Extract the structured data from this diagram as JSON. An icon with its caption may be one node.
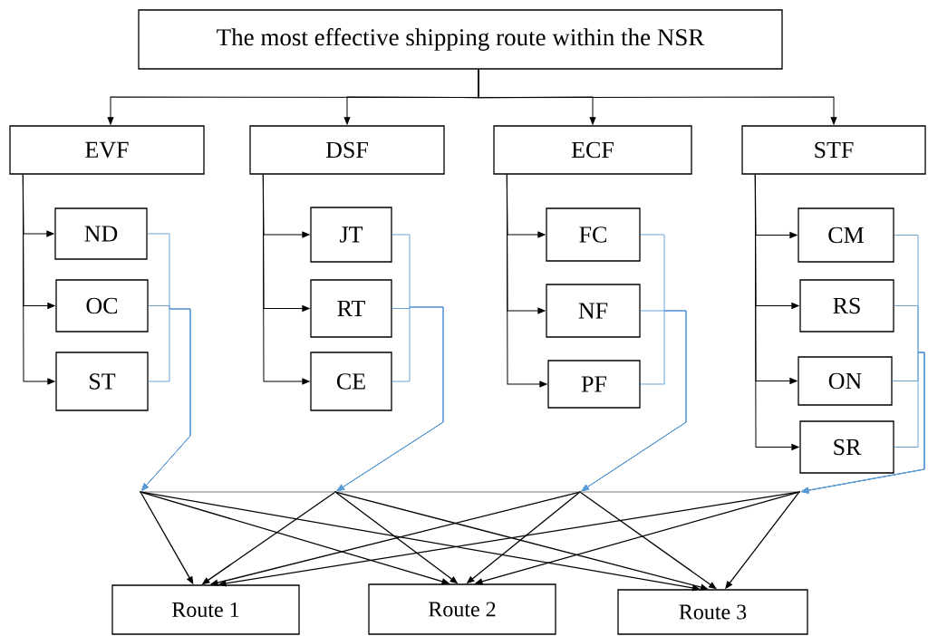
{
  "diagram": {
    "nodes": [
      {
        "text": [
          "The most effective shipping route within the NSR"
        ]
      },
      {
        "text": [
          "EVF"
        ]
      },
      {
        "text": [
          "DSF"
        ]
      },
      {
        "text": [
          "ECF"
        ]
      },
      {
        "text": [
          "STF"
        ]
      },
      {
        "text": [
          "ND"
        ]
      },
      {
        "text": [
          "OC"
        ]
      },
      {
        "text": [
          "ST"
        ]
      },
      {
        "text": [
          "JT"
        ]
      },
      {
        "text": [
          "RT"
        ]
      },
      {
        "text": [
          "CE"
        ]
      },
      {
        "text": [
          "FC"
        ]
      },
      {
        "text": [
          "NF"
        ]
      },
      {
        "text": [
          "PF"
        ]
      },
      {
        "text": [
          "CM"
        ]
      },
      {
        "text": [
          "RS"
        ]
      },
      {
        "text": [
          "ON"
        ]
      },
      {
        "text": [
          "SR"
        ]
      },
      {
        "text": [],
        "shape": "point"
      },
      {
        "text": [],
        "shape": "point"
      },
      {
        "text": [],
        "shape": "point"
      },
      {
        "text": [],
        "shape": "point"
      },
      {
        "text": [
          "Route 1"
        ]
      },
      {
        "text": [
          "Route 2"
        ]
      },
      {
        "text": [
          "Route 3"
        ]
      }
    ],
    "edges": [
      {
        "from": 0,
        "to": 1,
        "arrow": "to"
      },
      {
        "from": 0,
        "to": 2,
        "arrow": "to"
      },
      {
        "from": 0,
        "to": 3,
        "arrow": "to"
      },
      {
        "from": 0,
        "to": 4,
        "arrow": "to"
      },
      {
        "from": 1,
        "to": 5,
        "arrow": "to"
      },
      {
        "from": 1,
        "to": 6,
        "arrow": "to"
      },
      {
        "from": 1,
        "to": 7,
        "arrow": "to"
      },
      {
        "from": 2,
        "to": 8,
        "arrow": "to"
      },
      {
        "from": 2,
        "to": 9,
        "arrow": "to"
      },
      {
        "from": 2,
        "to": 10,
        "arrow": "to"
      },
      {
        "from": 3,
        "to": 11,
        "arrow": "to"
      },
      {
        "from": 3,
        "to": 12,
        "arrow": "to"
      },
      {
        "from": 3,
        "to": 13,
        "arrow": "to"
      },
      {
        "from": 4,
        "to": 14,
        "arrow": "to"
      },
      {
        "from": 4,
        "to": 15,
        "arrow": "to"
      },
      {
        "from": 4,
        "to": 16,
        "arrow": "to"
      },
      {
        "from": 4,
        "to": 17,
        "arrow": "to"
      },
      {
        "from": 5,
        "to": 18,
        "arrow": "to",
        "color": "#5b9bd5"
      },
      {
        "from": 6,
        "to": 18,
        "arrow": "to",
        "color": "#5b9bd5"
      },
      {
        "from": 7,
        "to": 18,
        "arrow": "to",
        "color": "#5b9bd5"
      },
      {
        "from": 8,
        "to": 19,
        "arrow": "to",
        "color": "#5b9bd5"
      },
      {
        "from": 9,
        "to": 19,
        "arrow": "to",
        "color": "#5b9bd5"
      },
      {
        "from": 10,
        "to": 19,
        "arrow": "to",
        "color": "#5b9bd5"
      },
      {
        "from": 11,
        "to": 20,
        "arrow": "to",
        "color": "#5b9bd5"
      },
      {
        "from": 12,
        "to": 20,
        "arrow": "to",
        "color": "#5b9bd5"
      },
      {
        "from": 13,
        "to": 20,
        "arrow": "to",
        "color": "#5b9bd5"
      },
      {
        "from": 14,
        "to": 21,
        "arrow": "to",
        "color": "#5b9bd5"
      },
      {
        "from": 15,
        "to": 21,
        "arrow": "to",
        "color": "#5b9bd5"
      },
      {
        "from": 16,
        "to": 21,
        "arrow": "to",
        "color": "#5b9bd5"
      },
      {
        "from": 17,
        "to": 21,
        "arrow": "to",
        "color": "#5b9bd5"
      },
      {
        "from": 18,
        "to": 19,
        "arrow": "none",
        "color": "#595959"
      },
      {
        "from": 19,
        "to": 20,
        "arrow": "none",
        "color": "#595959"
      },
      {
        "from": 20,
        "to": 21,
        "arrow": "none",
        "color": "#595959"
      },
      {
        "from": 18,
        "to": 22,
        "arrow": "to"
      },
      {
        "from": 18,
        "to": 23,
        "arrow": "to"
      },
      {
        "from": 18,
        "to": 24,
        "arrow": "to"
      },
      {
        "from": 19,
        "to": 22,
        "arrow": "to"
      },
      {
        "from": 19,
        "to": 23,
        "arrow": "to"
      },
      {
        "from": 19,
        "to": 24,
        "arrow": "to"
      },
      {
        "from": 20,
        "to": 22,
        "arrow": "to"
      },
      {
        "from": 20,
        "to": 23,
        "arrow": "to"
      },
      {
        "from": 20,
        "to": 24,
        "arrow": "to"
      },
      {
        "from": 21,
        "to": 22,
        "arrow": "to"
      },
      {
        "from": 21,
        "to": 23,
        "arrow": "to"
      },
      {
        "from": 21,
        "to": 24,
        "arrow": "to"
      }
    ]
  }
}
